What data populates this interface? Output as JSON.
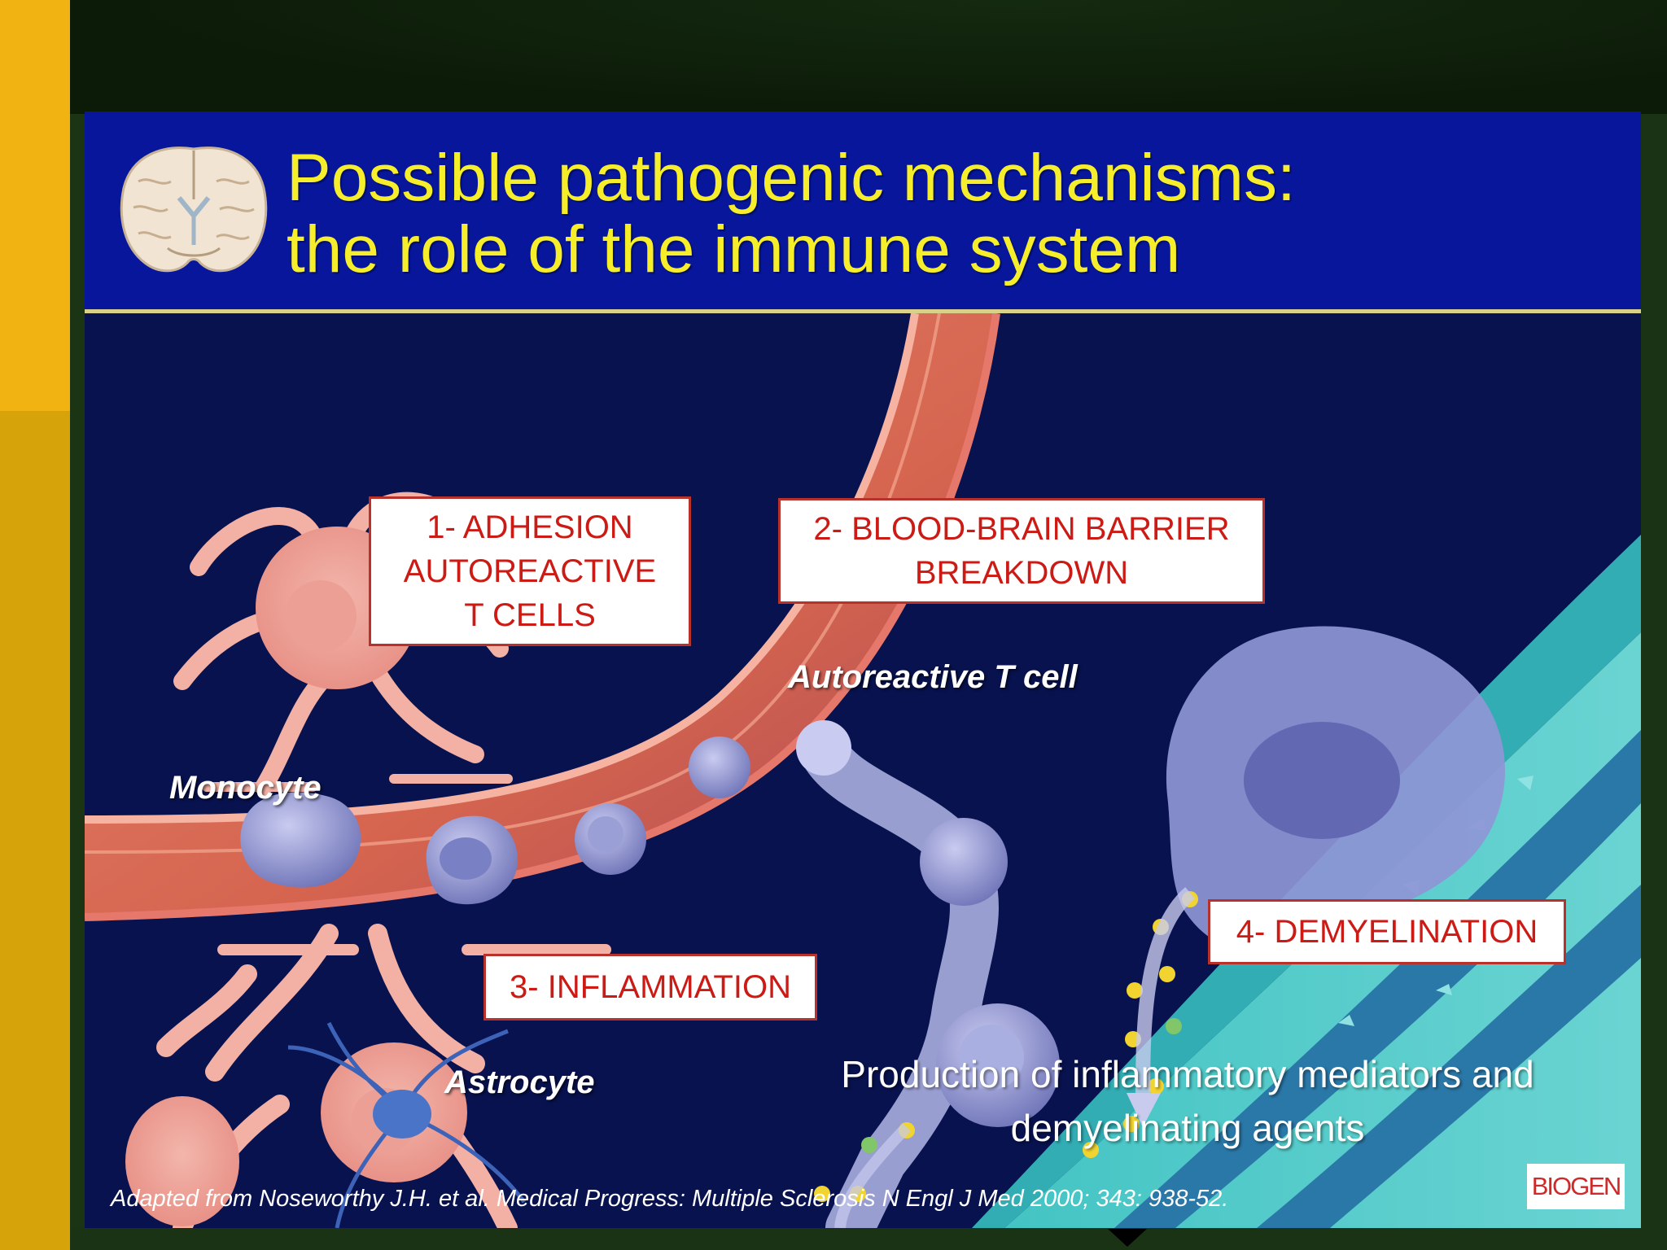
{
  "title": {
    "line1": "Possible pathogenic mechanisms:",
    "line2": "the role of the immune system"
  },
  "header_icon": "brain-coronal-section-icon",
  "steps": [
    {
      "lines": [
        "1- ADHESION",
        "AUTOREACTIVE",
        "T CELLS"
      ]
    },
    {
      "lines": [
        "2- BLOOD-BRAIN BARRIER",
        "BREAKDOWN"
      ]
    },
    {
      "lines": [
        "3- INFLAMMATION"
      ]
    },
    {
      "lines": [
        "4- DEMYELINATION"
      ]
    }
  ],
  "cell_labels": {
    "t_cell": "Autoreactive T cell",
    "monocyte": "Monocyte",
    "astrocyte": "Astrocyte"
  },
  "caption": {
    "line1": "Production of inflammatory mediators and",
    "line2": "demyelinating agents"
  },
  "citation": "Adapted from Noseworthy J.H. et al. Medical Progress: Multiple Sclerosis N Engl J Med 2000; 343: 938-52.",
  "logo": "BIOGEN",
  "colors": {
    "title_text": "#f6ee2a",
    "header_band": "#07169a",
    "slide_background": "#08124f",
    "box_text": "#cc1a14",
    "left_stripe": "#f1b312"
  }
}
